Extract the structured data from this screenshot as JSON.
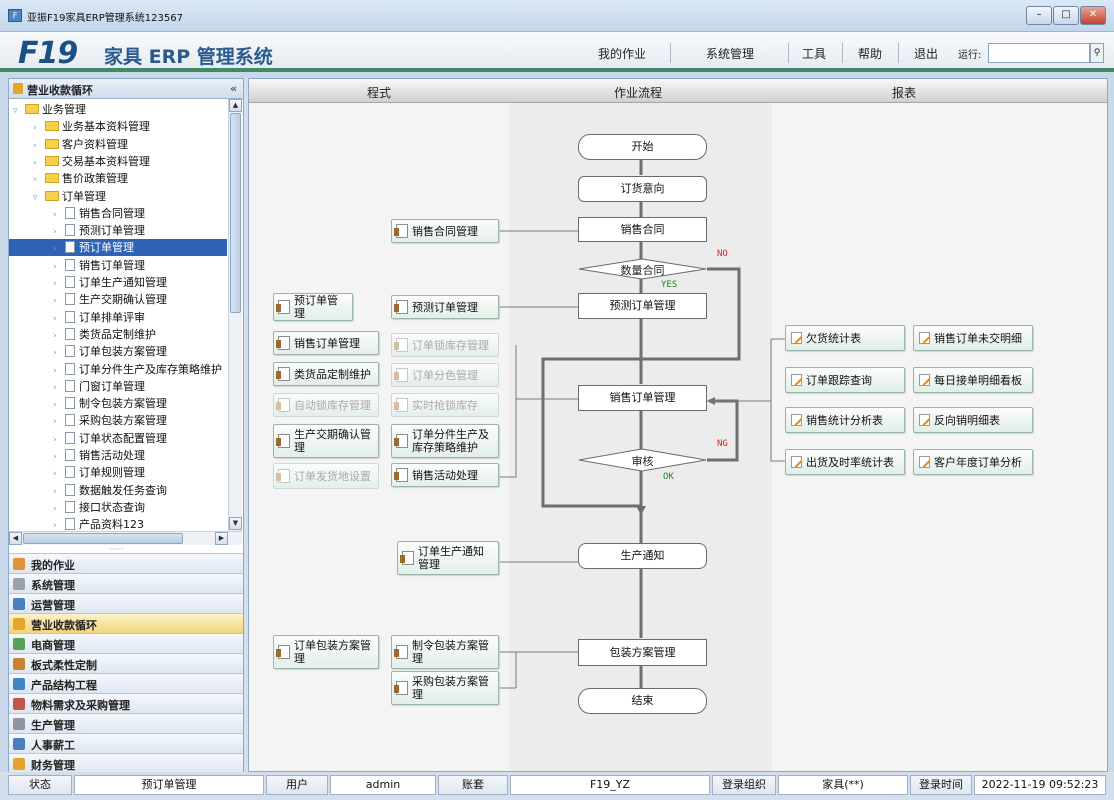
{
  "window": {
    "title": "亚振F19家具ERP管理系统123567",
    "min": "–",
    "max": "□",
    "close": "✕"
  },
  "header": {
    "logo": "F19",
    "app_title": "家具 ERP 管理系统",
    "nav": [
      "我的作业",
      "系统管理",
      "工具",
      "帮助",
      "退出"
    ],
    "run_label": "运行:",
    "run_value": ""
  },
  "sidebar": {
    "title": "营业收款循环",
    "collapse": "«",
    "tree": [
      {
        "label": "业务管理",
        "level": 0,
        "type": "folder",
        "expanded": true
      },
      {
        "label": "业务基本资料管理",
        "level": 1,
        "type": "folder"
      },
      {
        "label": "客户资料管理",
        "level": 1,
        "type": "folder"
      },
      {
        "label": "交易基本资料管理",
        "level": 1,
        "type": "folder"
      },
      {
        "label": "售价政策管理",
        "level": 1,
        "type": "folder"
      },
      {
        "label": "订单管理",
        "level": 1,
        "type": "folder",
        "expanded": true
      },
      {
        "label": "销售合同管理",
        "level": 2,
        "type": "doc"
      },
      {
        "label": "预测订单管理",
        "level": 2,
        "type": "doc"
      },
      {
        "label": "预订单管理",
        "level": 2,
        "type": "doc",
        "selected": true
      },
      {
        "label": "销售订单管理",
        "level": 2,
        "type": "doc"
      },
      {
        "label": "订单生产通知管理",
        "level": 2,
        "type": "doc"
      },
      {
        "label": "生产交期确认管理",
        "level": 2,
        "type": "doc"
      },
      {
        "label": "订单排单评审",
        "level": 2,
        "type": "doc"
      },
      {
        "label": "类货品定制维护",
        "level": 2,
        "type": "doc"
      },
      {
        "label": "订单包装方案管理",
        "level": 2,
        "type": "doc"
      },
      {
        "label": "订单分件生产及库存策略维护",
        "level": 2,
        "type": "doc"
      },
      {
        "label": "门窗订单管理",
        "level": 2,
        "type": "doc"
      },
      {
        "label": "制令包装方案管理",
        "level": 2,
        "type": "doc"
      },
      {
        "label": "采购包装方案管理",
        "level": 2,
        "type": "doc"
      },
      {
        "label": "订单状态配置管理",
        "level": 2,
        "type": "doc"
      },
      {
        "label": "销售活动处理",
        "level": 2,
        "type": "doc"
      },
      {
        "label": "订单规则管理",
        "level": 2,
        "type": "doc"
      },
      {
        "label": "数据触发任务查询",
        "level": 2,
        "type": "doc"
      },
      {
        "label": "接口状态查询",
        "level": 2,
        "type": "doc"
      },
      {
        "label": "产品资料123",
        "level": 2,
        "type": "doc"
      }
    ],
    "splitter": "·····",
    "modules": [
      {
        "label": "我的作业",
        "color": "#e0913a"
      },
      {
        "label": "系统管理",
        "color": "#9aa3ad"
      },
      {
        "label": "运营管理",
        "color": "#4a7fc1"
      },
      {
        "label": "营业收款循环",
        "color": "#e4a52a",
        "active": true
      },
      {
        "label": "电商管理",
        "color": "#5aa05a"
      },
      {
        "label": "板式柔性定制",
        "color": "#c9822f"
      },
      {
        "label": "产品结构工程",
        "color": "#3f83c9"
      },
      {
        "label": "物料需求及采购管理",
        "color": "#c0574e"
      },
      {
        "label": "生产管理",
        "color": "#8d96a2"
      },
      {
        "label": "人事薪工",
        "color": "#4b7ebc"
      },
      {
        "label": "财务管理",
        "color": "#e7a12b"
      }
    ]
  },
  "content": {
    "columns": [
      "程式",
      "作业流程",
      "报表"
    ],
    "flow": {
      "start": "开始",
      "intent": "订货意向",
      "contract": "销售合同",
      "decision1": "数量合同",
      "no": "NO",
      "yes": "YES",
      "forecast": "预测订单管理",
      "sales_order": "销售订单管理",
      "decision2": "审核",
      "ng": "NG",
      "ok": "OK",
      "production": "生产通知",
      "packaging": "包装方案管理",
      "end": "结束"
    },
    "programs": [
      {
        "label": "销售合同管理",
        "enabled": true
      },
      {
        "label": "预订单管理",
        "enabled": true
      },
      {
        "label": "预测订单管理",
        "enabled": true
      },
      {
        "label": "销售订单管理",
        "enabled": true
      },
      {
        "label": "订单锁库存管理",
        "enabled": false
      },
      {
        "label": "类货品定制维护",
        "enabled": true
      },
      {
        "label": "订单分色管理",
        "enabled": false
      },
      {
        "label": "自动锁库存管理",
        "enabled": false
      },
      {
        "label": "实时抢锁库存",
        "enabled": false
      },
      {
        "label": "生产交期确认管理",
        "enabled": true
      },
      {
        "label": "订单分件生产及库存策略维护",
        "enabled": true
      },
      {
        "label": "订单发货地设置",
        "enabled": false
      },
      {
        "label": "销售活动处理",
        "enabled": true
      },
      {
        "label": "订单生产通知管理",
        "enabled": true
      },
      {
        "label": "订单包装方案管理",
        "enabled": true
      },
      {
        "label": "制令包装方案管理",
        "enabled": true
      },
      {
        "label": "采购包装方案管理",
        "enabled": true
      }
    ],
    "reports": [
      "欠货统计表",
      "销售订单未交明细",
      "订单跟踪查询",
      "每日接单明细看板",
      "销售统计分析表",
      "反向销明细表",
      "出货及时率统计表",
      "客户年度订单分析"
    ]
  },
  "status": {
    "status_label": "状态",
    "status_value": "预订单管理",
    "user_label": "用户",
    "user_value": "admin",
    "account_label": "账套",
    "account_value": "F19_YZ",
    "org_label": "登录组织",
    "org_value": "家具(**)",
    "time_label": "登录时间",
    "time_value": "2022-11-19 09:52:23"
  }
}
